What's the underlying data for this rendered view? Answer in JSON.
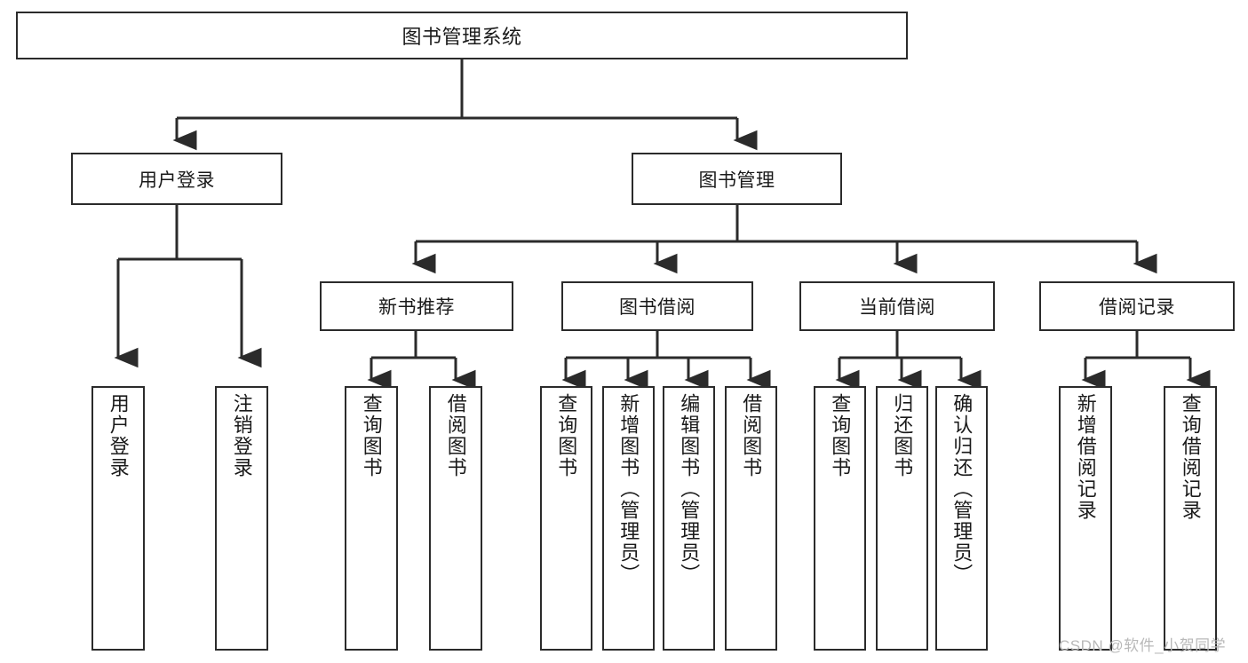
{
  "diagram": {
    "title": "图书管理系统",
    "type": "tree-hierarchy-diagram",
    "colors": {
      "box_border": "#2b2b2b",
      "box_fill": "#ffffff",
      "connector": "#2b2b2b",
      "text": "#1a1a1a",
      "watermark": "#b9b9b9",
      "background": "#ffffff"
    },
    "root": {
      "label": "图书管理系统"
    },
    "level2": [
      {
        "label": "用户登录"
      },
      {
        "label": "图书管理"
      }
    ],
    "level3": [
      {
        "label": "新书推荐"
      },
      {
        "label": "图书借阅"
      },
      {
        "label": "当前借阅"
      },
      {
        "label": "借阅记录"
      }
    ],
    "leaves": {
      "user_login": [
        {
          "label": "用户登录"
        },
        {
          "label": "注销登录"
        }
      ],
      "new_book_recommend": [
        {
          "label": "查询图书"
        },
        {
          "label": "借阅图书"
        }
      ],
      "book_borrow": [
        {
          "label": "查询图书"
        },
        {
          "label": "新增图书（管理员）"
        },
        {
          "label": "编辑图书（管理员）"
        },
        {
          "label": "借阅图书"
        }
      ],
      "current_borrow": [
        {
          "label": "查询图书"
        },
        {
          "label": "归还图书"
        },
        {
          "label": "确认归还（管理员）"
        }
      ],
      "borrow_record": [
        {
          "label": "新增借阅记录"
        },
        {
          "label": "查询借阅记录"
        }
      ]
    },
    "watermark": "CSDN @软件_小贺同学"
  }
}
